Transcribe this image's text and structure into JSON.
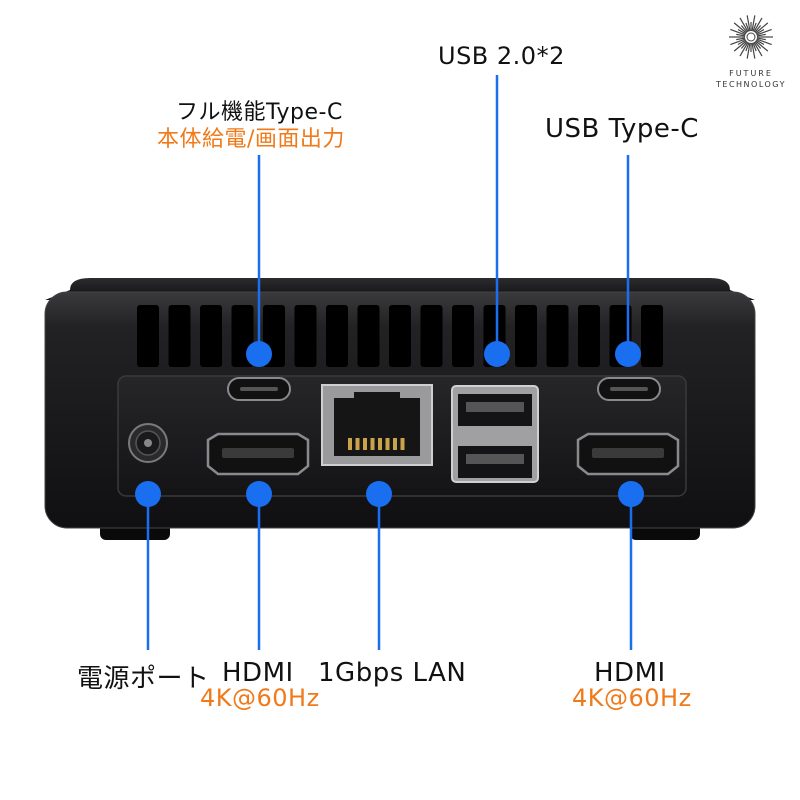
{
  "brand": {
    "line1": "FUTURE",
    "line2": "TECHNOLOGY"
  },
  "labels": {
    "usb20": "USB 2.0*2",
    "typec_full_title": "フル機能Type-C",
    "typec_full_sub": "本体給電/画面出力",
    "usb_typec": "USB Type-C",
    "power_port": "電源ポート",
    "hdmi_left_title": "HDMI",
    "hdmi_left_sub": "4K@60Hz",
    "lan": "1Gbps LAN",
    "hdmi_right_title": "HDMI",
    "hdmi_right_sub": "4K@60Hz"
  },
  "colors": {
    "accent_orange": "#f07a1a",
    "marker_blue": "#1a6ff0",
    "device_body": "#1c1c1e"
  }
}
